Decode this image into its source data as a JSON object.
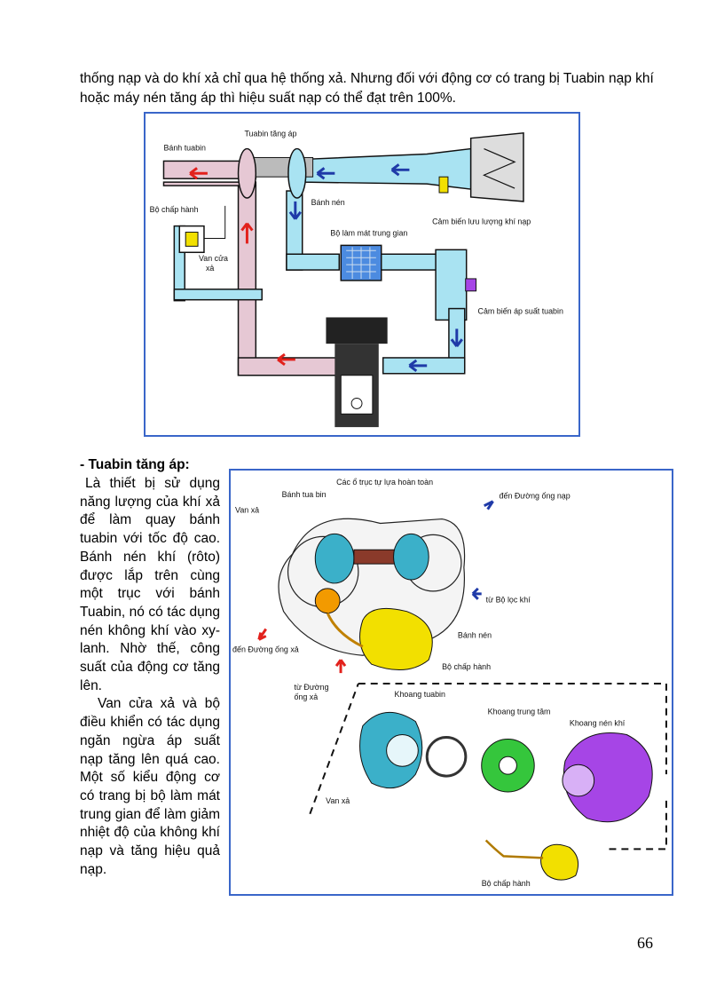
{
  "intro_text": "thống nạp và do khí xả chỉ qua hệ thống xả. Nhưng đối với động cơ có trang bị Tuabin nạp khí hoặc máy nén tăng áp thì hiệu suất nạp có thể đạt trên 100%.",
  "figure1": {
    "labels": {
      "turbocharger": "Tuabin tăng áp",
      "turbine_wheel": "Bánh tuabin",
      "actuator": "Bộ chấp hành",
      "compressor_wheel": "Bánh nén",
      "airflow_sensor": "Cảm biến lưu lượng khí nạp",
      "intercooler": "Bộ làm mát trung gian",
      "wastegate_line1": "Van cửa",
      "wastegate_line2": "xả",
      "boost_sensor": "Cảm biến áp suất tuabin"
    }
  },
  "section": {
    "title": "- Tuabin tăng áp:",
    "paragraph1": "Là thiết bị sử dụng năng lượng của khí xả để làm quay bánh tuabin với tốc độ cao. Bánh nén khí (rôto) được lắp trên cùng một trục với bánh Tuabin, nó có tác dụng nén không khí vào xy-lanh. Nhờ thế, công suất của động cơ tăng lên.",
    "paragraph2": "Van cửa xả và bộ điều khiển có tác dụng ngăn ngừa áp suất nạp tăng lên quá cao. Một số kiểu động cơ có trang bị bộ làm mát trung gian để làm giảm nhiệt độ của không khí nạp và tăng hiệu quả nạp."
  },
  "figure2": {
    "labels": {
      "bearings": "Các ổ trục tự lựa hoàn toàn",
      "turbine_wheel": "Bánh tua bin",
      "to_intake": "đến Đường ống nạp",
      "wastegate": "Van xả",
      "from_air_filter": "từ Bộ lọc khí",
      "to_exhaust": "đến Đường ống xả",
      "compressor_wheel": "Bánh nén",
      "actuator": "Bộ chấp hành",
      "from_exhaust_line1": "từ Đường",
      "from_exhaust_line2": "ống xả",
      "turbine_housing": "Khoang tuabin",
      "center_housing": "Khoang trung tâm",
      "compressor_housing": "Khoang nén khí",
      "wastegate_valve": "Van xả",
      "actuator2": "Bộ chấp hành"
    }
  },
  "page_number": "66",
  "colors": {
    "frame": "#3a66c9",
    "intake": "#a9e3f2",
    "exhaust": "#e6c8d4",
    "arrow_red": "#e2211c",
    "arrow_blue": "#1f3aa8",
    "turbine_part": "#3bb0c9",
    "center_part": "#35c63c",
    "compressor_part": "#a645e6",
    "actuator_part": "#f2e000"
  }
}
